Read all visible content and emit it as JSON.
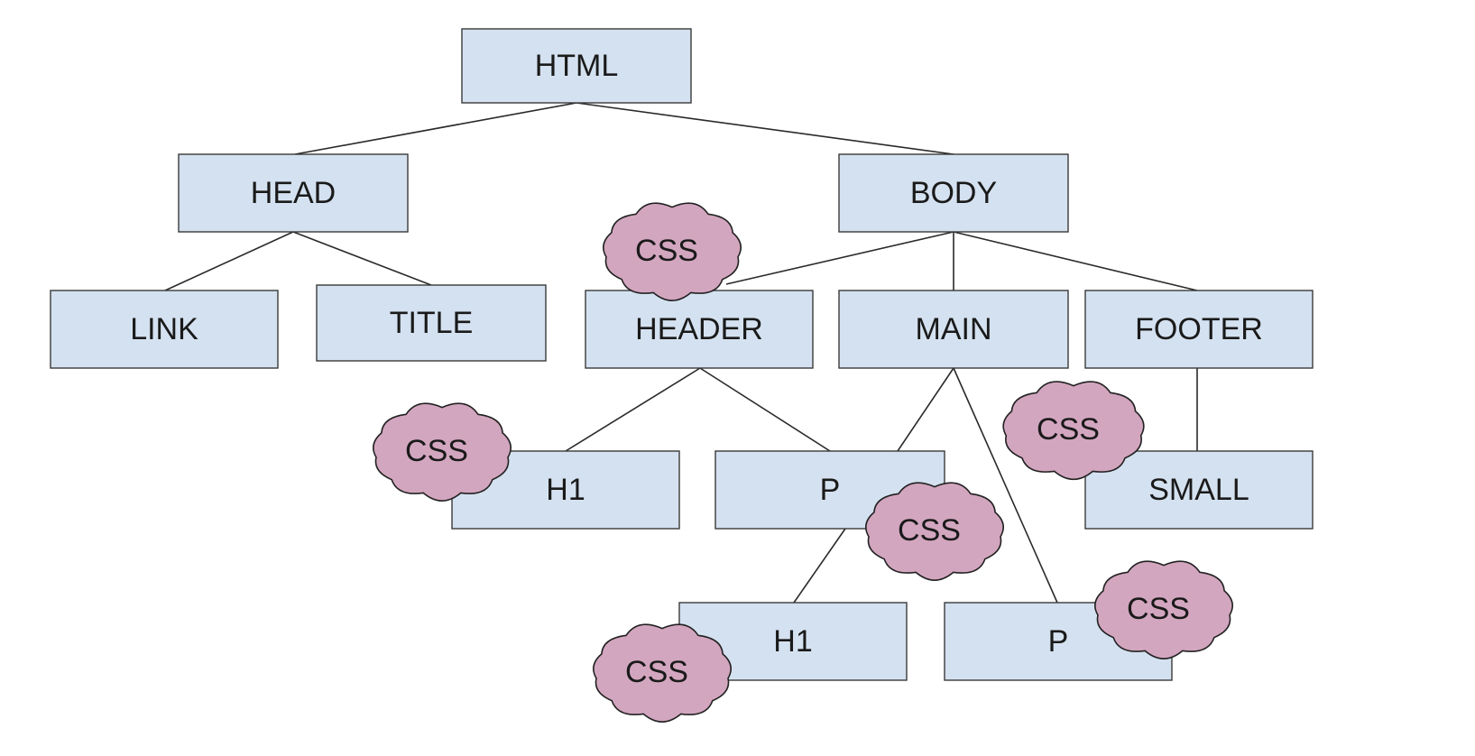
{
  "colors": {
    "node_fill": "#d4e1f0",
    "cloud_fill": "#d3a6bf"
  },
  "nodes": [
    {
      "id": "html",
      "label": "HTML"
    },
    {
      "id": "head",
      "label": "HEAD"
    },
    {
      "id": "body",
      "label": "BODY"
    },
    {
      "id": "link",
      "label": "LINK"
    },
    {
      "id": "title",
      "label": "TITLE"
    },
    {
      "id": "header",
      "label": "HEADER"
    },
    {
      "id": "main",
      "label": "MAIN"
    },
    {
      "id": "footer",
      "label": "FOOTER"
    },
    {
      "id": "h1-header",
      "label": "H1"
    },
    {
      "id": "p-main",
      "label": "P"
    },
    {
      "id": "small",
      "label": "SMALL"
    },
    {
      "id": "h1-main",
      "label": "H1"
    },
    {
      "id": "p-lower",
      "label": "P"
    }
  ],
  "edges": [
    [
      "html",
      "head"
    ],
    [
      "html",
      "body"
    ],
    [
      "head",
      "link"
    ],
    [
      "head",
      "title"
    ],
    [
      "body",
      "header"
    ],
    [
      "body",
      "main"
    ],
    [
      "body",
      "footer"
    ],
    [
      "header",
      "h1-header"
    ],
    [
      "header",
      "p-main"
    ],
    [
      "main",
      "p-main"
    ],
    [
      "main",
      "p-lower"
    ],
    [
      "footer",
      "small"
    ],
    [
      "p-main",
      "h1-main"
    ]
  ],
  "clouds": [
    {
      "id": "header",
      "label": "CSS"
    },
    {
      "id": "h1-header",
      "label": "CSS"
    },
    {
      "id": "footer-small",
      "label": "CSS"
    },
    {
      "id": "p-main",
      "label": "CSS"
    },
    {
      "id": "p-lower",
      "label": "CSS"
    },
    {
      "id": "h1-main",
      "label": "CSS"
    }
  ]
}
